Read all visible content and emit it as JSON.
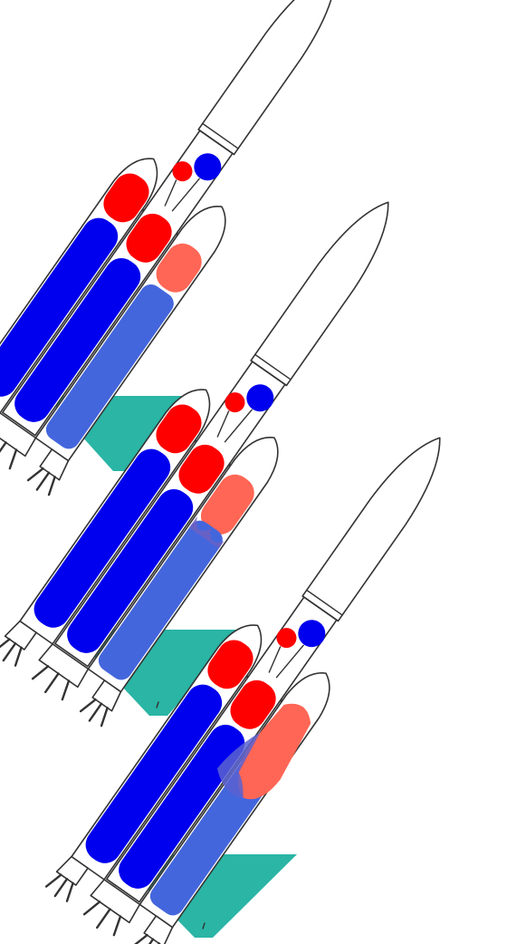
{
  "figure": {
    "kind": "rocket-propellant-diagram",
    "panels": [
      {
        "id": "stage-1",
        "state": "full"
      },
      {
        "id": "stage-2",
        "state": "partially-mixed"
      },
      {
        "id": "stage-3",
        "state": "mixed"
      }
    ]
  },
  "colors": {
    "background": "#ffffff",
    "outline": "#333333",
    "fuel_primary": "#0000ee",
    "fuel_secondary": "#4466dd",
    "oxidizer_primary": "#ff0000",
    "oxidizer_secondary": "#ff6655",
    "plume_base": "#2ab5a5",
    "engine": "#444444"
  }
}
